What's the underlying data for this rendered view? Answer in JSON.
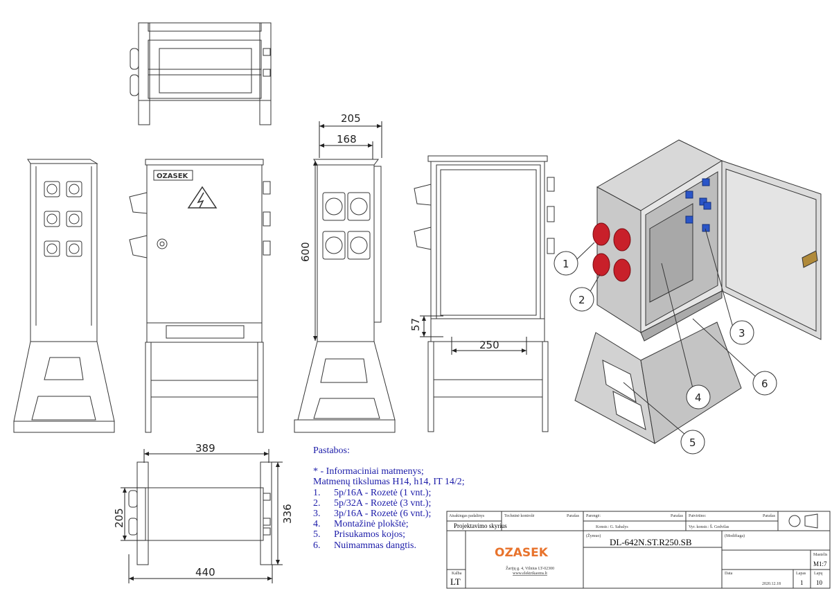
{
  "dimensions": {
    "top_width": "205",
    "inner_width": "168",
    "height": "600",
    "base_height": "57",
    "inner_base_width": "250",
    "plan_width": "389",
    "plan_depth": "205",
    "plan_depth_outer": "336",
    "plan_overall": "440"
  },
  "logo_small": "OZASEK",
  "callouts": [
    "1",
    "2",
    "3",
    "4",
    "5",
    "6"
  ],
  "notes": {
    "heading": "Pastabos:",
    "lines": [
      "* - Informaciniai matmenys;",
      "Matmenų tikslumas H14, h14, IT 14/2;"
    ],
    "items": [
      {
        "num": "1.",
        "text": "5p/16A - Rozetė (1 vnt.);"
      },
      {
        "num": "2.",
        "text": "5p/32A - Rozetė (3 vnt.);"
      },
      {
        "num": "3.",
        "text": "3p/16A - Rozetė (6 vnt.);"
      },
      {
        "num": "4.",
        "text": "Montažinė plokštė;"
      },
      {
        "num": "5.",
        "text": "Prisukamos kojos;"
      },
      {
        "num": "6.",
        "text": "Nuimammas dangtis."
      }
    ]
  },
  "title_block": {
    "dept_label": "Atsakingas padalinys",
    "dept": "Projektavimo skyrius",
    "tech_label": "Techninė kontrolė",
    "sign1": "Parašas",
    "prepared_label": "Parengė:",
    "sign2": "Parašas",
    "approved_label": "Patvirtino:",
    "sign3": "Parašas",
    "designer": "Konstr.: G. Sabalys",
    "chief": "Vyr. konstr.: Š. Gedvilas",
    "name_label": "(Žymuo)",
    "code": "DL-642N.ST.R250.SB",
    "mod_label": "(Modifiaga)",
    "company_logo": "OZASEK",
    "address": "Žarijų g. 4, Vilnius LT-02300",
    "website": "www.elektrikaoms.lt",
    "lang_label": "Kalba",
    "lang": "LT",
    "scale_label": "Mastelis",
    "scale": "M1:7",
    "date_label": "Data",
    "date": "2020.12.18",
    "sheet_label": "Lapas",
    "sheet": "1",
    "sheets_label": "Lapų",
    "sheets": "10"
  },
  "colors": {
    "line": "#333333",
    "notes": "#1a1aa8",
    "logo_orange": "#e8732c",
    "socket_red": "#c8202a",
    "socket_blue": "#2a55c8"
  }
}
